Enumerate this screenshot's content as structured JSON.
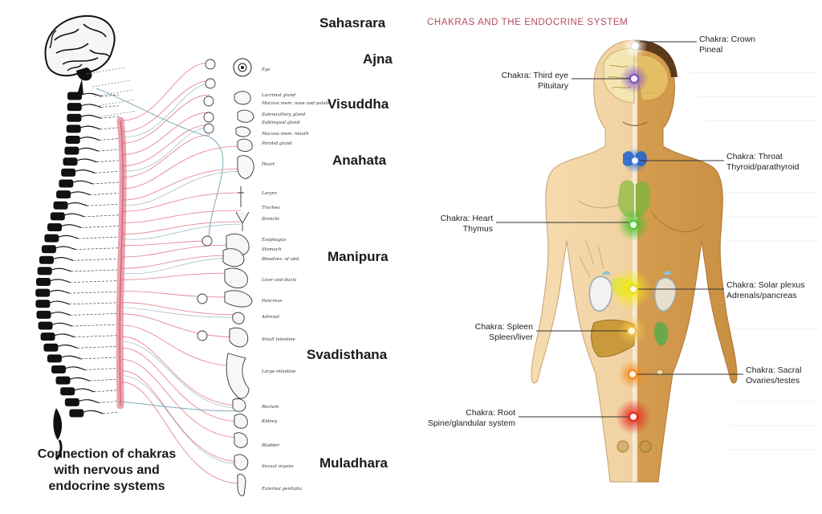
{
  "left_panel": {
    "chakras": [
      {
        "id": "sahasrara",
        "name": "Sahasrara"
      },
      {
        "id": "ajna",
        "name": "Ajna"
      },
      {
        "id": "visuddha",
        "name": "Visuddha"
      },
      {
        "id": "anahata",
        "name": "Anahata"
      },
      {
        "id": "manipura",
        "name": "Manipura"
      },
      {
        "id": "svadisthana",
        "name": "Svadisthana"
      },
      {
        "id": "muladhara",
        "name": "Muladhara"
      }
    ],
    "caption": {
      "line1": "Connection of chakras",
      "line2": "with nervous and",
      "line3": "endocrine systems"
    },
    "organ_labels": [
      "Eye",
      "Lacrimal gland",
      "Mucous mem. nose and palate",
      "Submaxillary gland",
      "Sublingual gland",
      "Mucous mem. mouth",
      "Parotid gland",
      "Heart",
      "Larynx",
      "Trachea",
      "Bronchi",
      "Esophagus",
      "Stomach",
      "Bloodves. of abd.",
      "Liver and ducts",
      "Pancreas",
      "Adrenal",
      "Small intestine",
      "Large intestine",
      "Rectum",
      "Kidney",
      "Bladder",
      "Sexual organs",
      "External genitalia"
    ]
  },
  "right_panel": {
    "title": "CHAKRAS AND THE ENDOCRINE SYSTEM",
    "callouts": [
      {
        "id": "crown",
        "chakra": "Chakra: Crown",
        "gland": "Pineal"
      },
      {
        "id": "third-eye",
        "chakra": "Chakra: Third eye",
        "gland": "Pituitary"
      },
      {
        "id": "throat",
        "chakra": "Chakra: Throat",
        "gland": "Thyroid/parathyroid"
      },
      {
        "id": "heart",
        "chakra": "Chakra: Heart",
        "gland": "Thymus"
      },
      {
        "id": "solar-plexus",
        "chakra": "Chakra: Solar plexus",
        "gland": "Adrenals/pancreas"
      },
      {
        "id": "spleen",
        "chakra": "Chakra: Spleen",
        "gland": "Spleen/liver"
      },
      {
        "id": "sacral",
        "chakra": "Chakra: Sacral",
        "gland": "Ovaries/testes"
      },
      {
        "id": "root",
        "chakra": "Chakra: Root",
        "gland": "Spine/glandular system"
      }
    ]
  },
  "colors": {
    "nerve_red": "#d9586e",
    "nerve_blue": "#7fa9b8",
    "title_pink": "#b5485e",
    "skin_light": "#f1d6a8",
    "skin_dark": "#d9a45c",
    "chakra_crown": "#ffffff",
    "chakra_third_eye": "#7b4fb8",
    "chakra_throat": "#3d7fd6",
    "chakra_heart": "#52c23b",
    "chakra_solar": "#f2e21a",
    "chakra_spleen": "#f2c24a",
    "chakra_sacral": "#f08a1c",
    "chakra_root": "#e3261f"
  }
}
